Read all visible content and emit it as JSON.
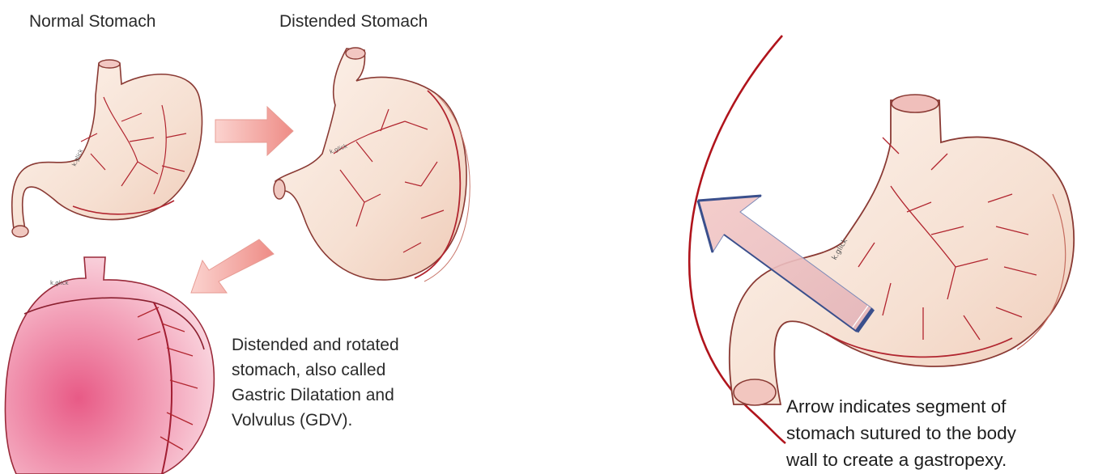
{
  "labels": {
    "normal_stomach": "Normal Stomach",
    "distended_stomach": "Distended Stomach"
  },
  "captions": {
    "gdv": [
      "Distended and rotated",
      "stomach, also called",
      "Gastric Dilatation and",
      "Volvulus (GDV)."
    ],
    "gastropexy": [
      "Arrow indicates segment of",
      "stomach sutured to the body",
      "wall to create a gastropexy."
    ]
  },
  "signature": "k.glick",
  "colors": {
    "tissue_fill": "#f8e6db",
    "tissue_outline": "#8a3a34",
    "vessel": "#b1252f",
    "gdv_fill": "#f08aa6",
    "pink_arrow": "#f2a29b",
    "body_wall_curve": "#b0141c",
    "arrow_edge": "#3a4f8c"
  }
}
